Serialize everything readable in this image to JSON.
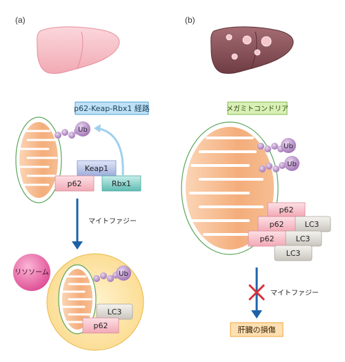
{
  "panel_a": {
    "label": "(a)",
    "pathway_title": "p62-Keap-Rbx1 経路",
    "ub": "Ub",
    "keap1": "Keap1",
    "p62": "p62",
    "rbx1": "Rbx1",
    "arrow_label": "マイトファジー",
    "lysosome": "リソソーム",
    "ub2": "Ub",
    "lc3": "LC3",
    "p62_2": "p62"
  },
  "panel_b": {
    "label": "(b)",
    "title": "メガミトコンドリア",
    "ub_top": "Ub",
    "ub_mid": "Ub",
    "p62_a": "p62",
    "p62_b": "p62",
    "lc3_b": "LC3",
    "p62_c": "p62",
    "lc3_c": "LC3",
    "lc3_d": "LC3",
    "arrow_label": "マイトファジー",
    "result": "肝臓の損傷"
  },
  "colors": {
    "liver_healthy": "#f7c6cc",
    "liver_damaged": "#8a5158",
    "mito_fill": "#f6b98d",
    "mito_border": "#5aa55a",
    "ub_purple": "#b48ac4",
    "keap1": "#b9c4e6",
    "p62": "#f6c7cf",
    "rbx1": "#8fd2cc",
    "lc3": "#dcdbd6",
    "lysosome": "#e55ea0",
    "autophagosome": "#fde6a8",
    "arrow_blue": "#1d62a8",
    "block_red": "#d6303a"
  }
}
